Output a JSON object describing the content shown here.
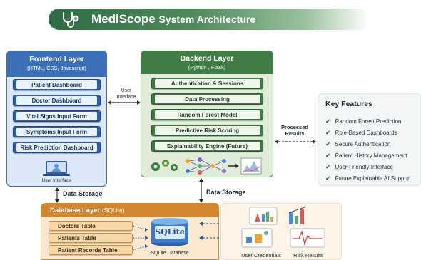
{
  "title": {
    "main": "MediScope",
    "sub": "System Architecture"
  },
  "frontend": {
    "title": "Frontend Layer",
    "subtitle": "(HTML, CSS, Javascript)",
    "items": [
      "Patient Dashboard",
      "Doctor Dashboard",
      "Vital Signs Input Form",
      "Symptoms Input Form",
      "Risk Prediction Dashboard"
    ],
    "caption": "User Interface"
  },
  "backend": {
    "title": "Backend Layer",
    "subtitle": "(Python , Flask)",
    "items": [
      "Authentication & Sessions",
      "Data Processing",
      "Random Forest Model",
      "Predictive Risk Scoring",
      "Explainability Engine (Future)"
    ]
  },
  "connectors": {
    "user_interface": "User\nInterface",
    "processed_results": "Processed\nResults",
    "data_storage_left": "Data Storage",
    "data_storage_right": "Data Storage"
  },
  "features": {
    "title": "Key Features",
    "items": [
      "Random Forest Prediction",
      "Role-Based Dashboards",
      "Secure Authentication",
      "Patient History Management",
      "User-Friendly Interface",
      "Future Explainable AI Support"
    ]
  },
  "database": {
    "title": "Database Layer",
    "subtitle": "(SQLite)",
    "tables": [
      "Doctors Table",
      "Patients Table",
      "Patient Records Table"
    ],
    "db_label": "SQLite",
    "db_caption": "SQLite Database"
  },
  "outputs": {
    "credentials": "User Credentials",
    "risk": "Risk Results"
  },
  "colors": {
    "frontend": "#3b6fb8",
    "backend": "#3f7d45",
    "database": "#d2862e",
    "check": "#2f7d3e"
  }
}
